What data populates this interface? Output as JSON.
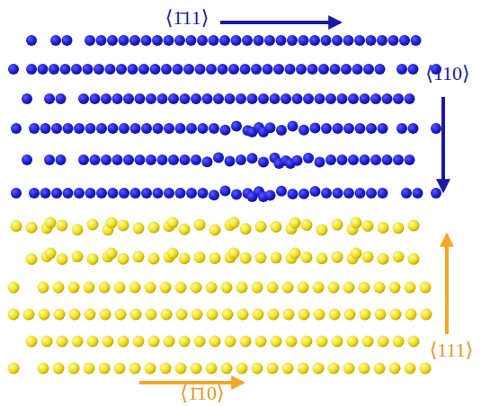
{
  "diagram": {
    "labels": [
      "⟨1̄11⟩",
      "⟨110⟩",
      "⟨111⟩",
      "⟨1̄10⟩"
    ]
  }
}
